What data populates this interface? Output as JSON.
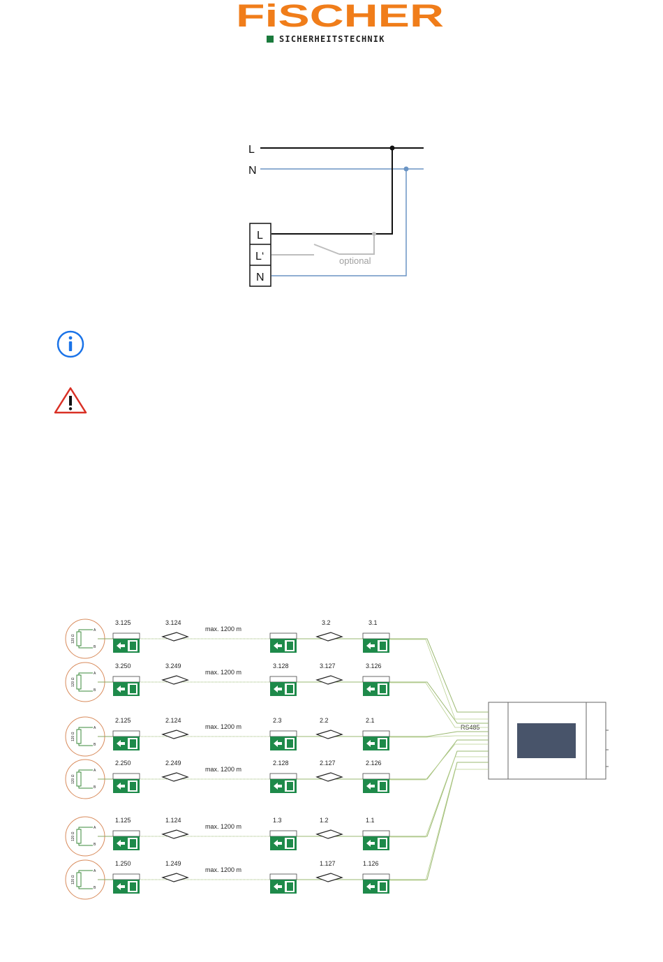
{
  "header": {
    "logo_word": "FiSCHER",
    "logo_sub": "SICHERHEITSTECHNIK",
    "brand_orange": "#f07d1a",
    "brand_green": "#1a7a3c"
  },
  "wiring": {
    "line_L": "L",
    "line_N": "N",
    "terminal_L": "L",
    "terminal_Lp": "L‘",
    "terminal_N": "N",
    "optional_label": "optional",
    "color_L": "#111111",
    "color_N": "#6a94c4",
    "color_optional": "#bdbdbd"
  },
  "icons": {
    "info": "info-icon",
    "warning": "warning-icon"
  },
  "bus": {
    "rs485_label": "RS485",
    "resistor_label": "120 Ω",
    "pin_a": "A",
    "pin_b": "B",
    "cable_label": "max. 1200 m",
    "rows": [
      {
        "labels": [
          "3.125",
          "3.124",
          "3.2",
          "3.1"
        ]
      },
      {
        "labels": [
          "3.250",
          "3.249",
          "3.128",
          "3.127",
          "3.126"
        ]
      },
      {
        "labels": [
          "2.125",
          "2.124",
          "2.3",
          "2.2",
          "2.1"
        ]
      },
      {
        "labels": [
          "2.250",
          "2.249",
          "2.128",
          "2.127",
          "2.126"
        ]
      },
      {
        "labels": [
          "1.125",
          "1.124",
          "1.3",
          "1.2",
          "1.1"
        ]
      },
      {
        "labels": [
          "1.250",
          "1.249",
          "1.127",
          "1.126"
        ]
      }
    ]
  }
}
